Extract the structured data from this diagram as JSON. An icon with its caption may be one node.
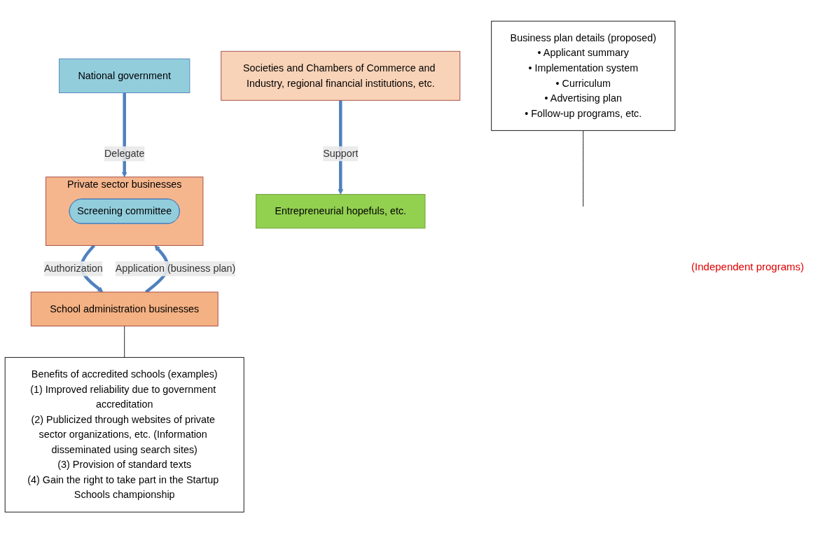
{
  "diagram": {
    "nodes": [
      {
        "text": [
          "National government"
        ]
      },
      {
        "text": [
          "Private sector businesses"
        ]
      },
      {
        "text": [
          "Screening committee"
        ],
        "in": 1
      },
      {
        "text": [
          "School administration businesses"
        ]
      },
      {
        "text": [
          "Societies and Chambers of Commerce and Industry, regional financial institutions, etc."
        ]
      },
      {
        "text": [
          "Entrepreneurial hopefuls, etc."
        ]
      },
      {
        "text": [
          "Business plan details (proposed)",
          "• Applicant summary",
          "• Implementation system",
          "• Curriculum",
          "• Advertising plan",
          "• Follow-up programs, etc."
        ]
      },
      {
        "text": [
          "Benefits of accredited schools (examples)",
          "(1) Improved reliability due to government accreditation",
          "(2) Publicized through websites of private sector organizations, etc. (Information disseminated using search sites)",
          "(3) Provision of standard texts",
          "(4) Gain the right to take part in the Startup Schools championship"
        ]
      }
    ],
    "edges": [
      {
        "from": 0,
        "to": 1,
        "arrow": "to",
        "label": "Delegate"
      },
      {
        "from": 1,
        "to": 3,
        "arrow": "to",
        "label": "Authorization"
      },
      {
        "from": 3,
        "to": 1,
        "arrow": "to",
        "label": "Application (business plan)"
      },
      {
        "from": 6,
        "to": null,
        "arrow": "none",
        "color": "#000000"
      },
      {
        "from": 3,
        "to": 7,
        "arrow": "none",
        "color": "#000000"
      },
      {
        "from": 4,
        "to": 5,
        "arrow": "to",
        "label": "Support"
      }
    ],
    "labels": [
      "(Independent programs)"
    ]
  }
}
